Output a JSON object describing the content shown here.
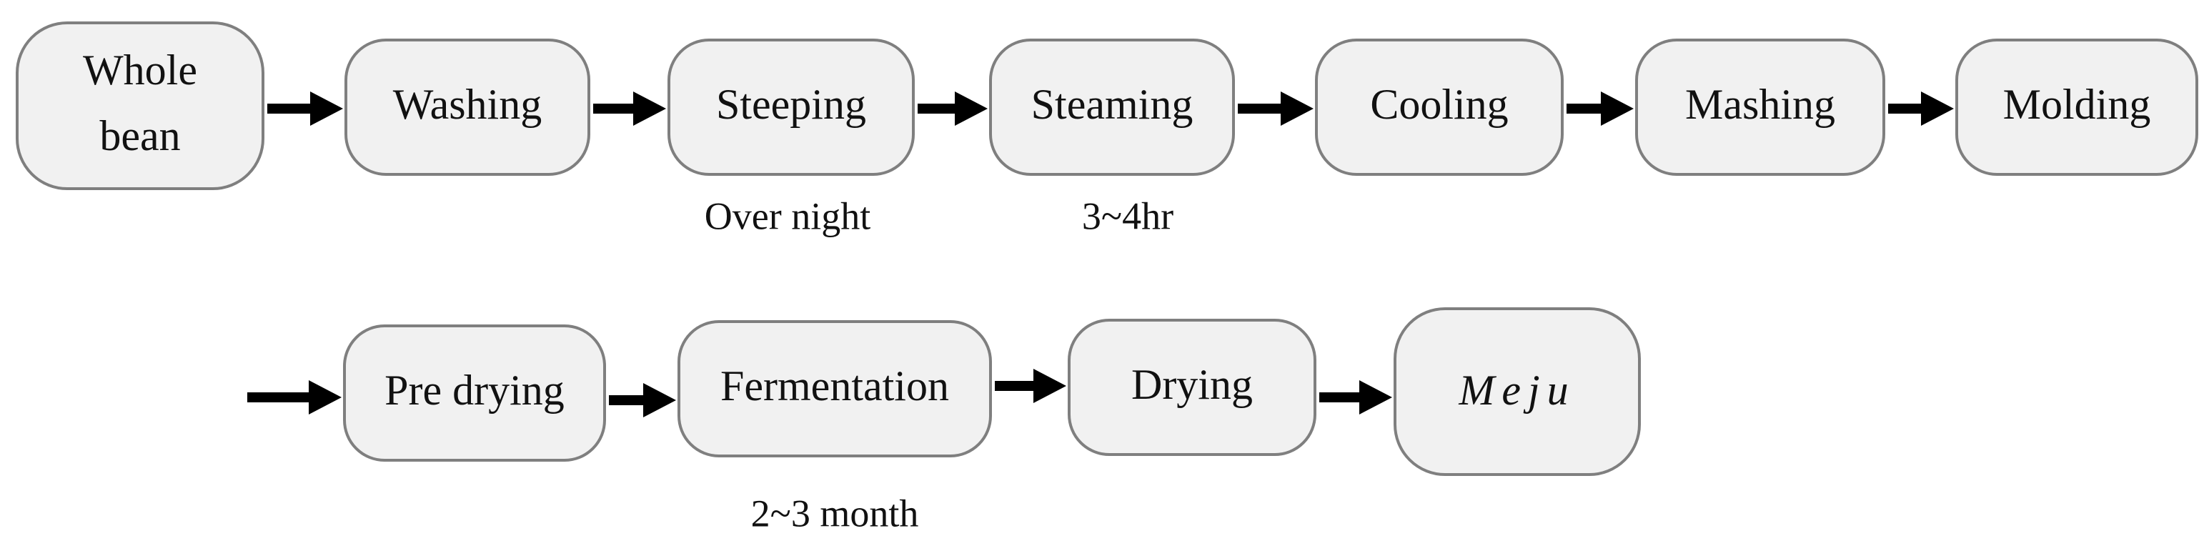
{
  "diagram": {
    "steps_row1": [
      {
        "id": "whole-bean",
        "lines": [
          "Whole",
          "bean"
        ]
      },
      {
        "id": "washing",
        "lines": [
          "Washing"
        ]
      },
      {
        "id": "steeping",
        "lines": [
          "Steeping"
        ],
        "note": "Over night"
      },
      {
        "id": "steaming",
        "lines": [
          "Steaming"
        ],
        "note": "3~4hr"
      },
      {
        "id": "cooling",
        "lines": [
          "Cooling"
        ]
      },
      {
        "id": "mashing",
        "lines": [
          "Mashing"
        ]
      },
      {
        "id": "molding",
        "lines": [
          "Molding"
        ]
      }
    ],
    "steps_row2": [
      {
        "id": "pre-drying",
        "lines": [
          "Pre drying"
        ]
      },
      {
        "id": "fermentation",
        "lines": [
          "Fermentation"
        ],
        "note": "2~3 month"
      },
      {
        "id": "drying",
        "lines": [
          "Drying"
        ]
      },
      {
        "id": "meju",
        "lines": [
          "Meju"
        ],
        "italic": true
      }
    ]
  }
}
